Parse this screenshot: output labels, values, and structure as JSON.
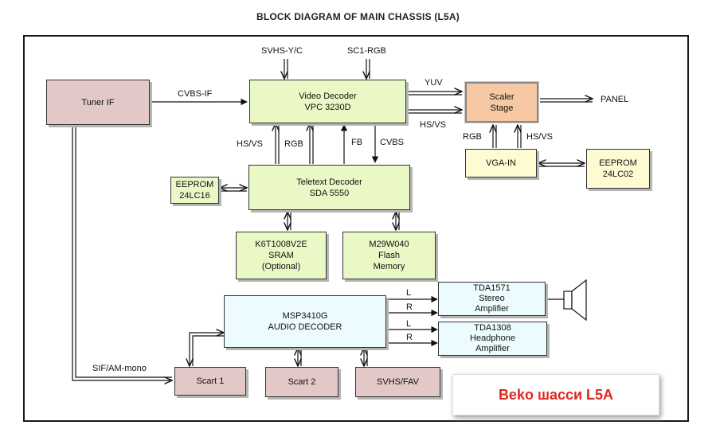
{
  "title": "BLOCK DIAGRAM OF MAIN CHASSIS (L5A)",
  "blocks": {
    "tuner_if": "Tuner IF",
    "video_decoder": {
      "line1": "Video Decoder",
      "line2": "VPC 3230D"
    },
    "scaler": {
      "line1": "Scaler",
      "line2": "Stage"
    },
    "teletext_decoder": {
      "line1": "Teletext Decoder",
      "line2": "SDA 5550"
    },
    "eeprom_left": {
      "line1": "EEPROM",
      "line2": "24LC16"
    },
    "vga_in": "VGA-IN",
    "eeprom_right": {
      "line1": "EEPROM",
      "line2": "24LC02"
    },
    "sram": {
      "line1": "K6T1008V2E",
      "line2": "SRAM",
      "line3": "(Optional)"
    },
    "flash": {
      "line1": "M29W040",
      "line2": "Flash",
      "line3": "Memory"
    },
    "audio_decoder": {
      "line1": "MSP3410G",
      "line2": "AUDIO DECODER"
    },
    "stereo_amp": {
      "line1": "TDA1571",
      "line2": "Stereo",
      "line3": "Amplifier"
    },
    "headphone_amp": {
      "line1": "TDA1308",
      "line2": "Headphone",
      "line3": "Amplifier"
    },
    "scart1": "Scart 1",
    "scart2": "Scart 2",
    "svhs_fav": "SVHS/FAV"
  },
  "labels": {
    "svhs_yc": "SVHS-Y/C",
    "sc1_rgb": "SC1-RGB",
    "cvbs_if": "CVBS-IF",
    "yuv": "YUV",
    "hsvs_scaler": "HS/VS",
    "panel": "PANEL",
    "rgb_vga": "RGB",
    "hsvs_vga": "HS/VS",
    "hsvs_tt": "HS/VS",
    "rgb_tt": "RGB",
    "fb": "FB",
    "cvbs": "CVBS",
    "l1": "L",
    "r1": "R",
    "l2": "L",
    "r2": "R",
    "sif": "SIF/AM-mono"
  },
  "brand": "Beko шасси L5A",
  "colors": {
    "green": "#eaf8c6",
    "pink": "#e2c8c7",
    "cyan": "#ecfbfd",
    "yellow": "#fefbd2",
    "scaler": "#f6c9a4",
    "brand_text": "#e0281e"
  }
}
